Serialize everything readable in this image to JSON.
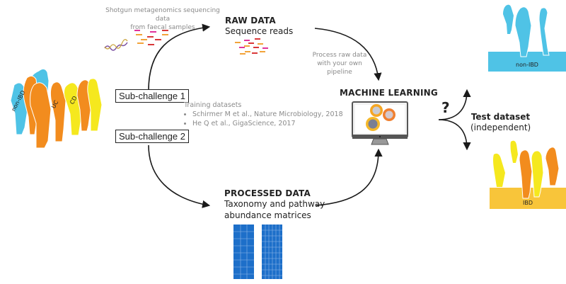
{
  "source": {
    "caption_line1": "Shotgun metagenomics sequencing data",
    "caption_line2": "from faecal samples"
  },
  "raw_data": {
    "title": "RAW DATA",
    "subtitle": "Sequence reads"
  },
  "process_note": {
    "line1": "Process raw data",
    "line2": "with your own",
    "line3": "pipeline"
  },
  "machine_learning": {
    "title": "MACHINE LEARNING"
  },
  "cohort": {
    "labels": [
      "non-IBD",
      "UC",
      "CD"
    ]
  },
  "sub_challenges": [
    {
      "label": "Sub-challenge 1"
    },
    {
      "label": "Sub-challenge 2"
    }
  ],
  "training": {
    "title": "Training datasets",
    "items": [
      "Schirmer M et al., Nature Microbiology, 2018",
      "He Q et al., GigaScience, 2017"
    ]
  },
  "processed_data": {
    "title": "PROCESSED DATA",
    "line1": "Taxonomy and pathway",
    "line2": "abundance matrices"
  },
  "test": {
    "question": "?",
    "title": "Test dataset",
    "subtitle": "(independent)"
  },
  "outcomes": {
    "top_label": "non-IBD",
    "bottom_label": "IBD"
  },
  "colors": {
    "blue": "#4fc3e6",
    "orange": "#f28c1e",
    "yellow": "#f5e81e",
    "ibd_bar": "#f8c53a",
    "matrix_blue": "#1d6fc9",
    "read_pink": "#e0329b",
    "read_orange": "#f2a33a",
    "read_red": "#d9383a"
  }
}
